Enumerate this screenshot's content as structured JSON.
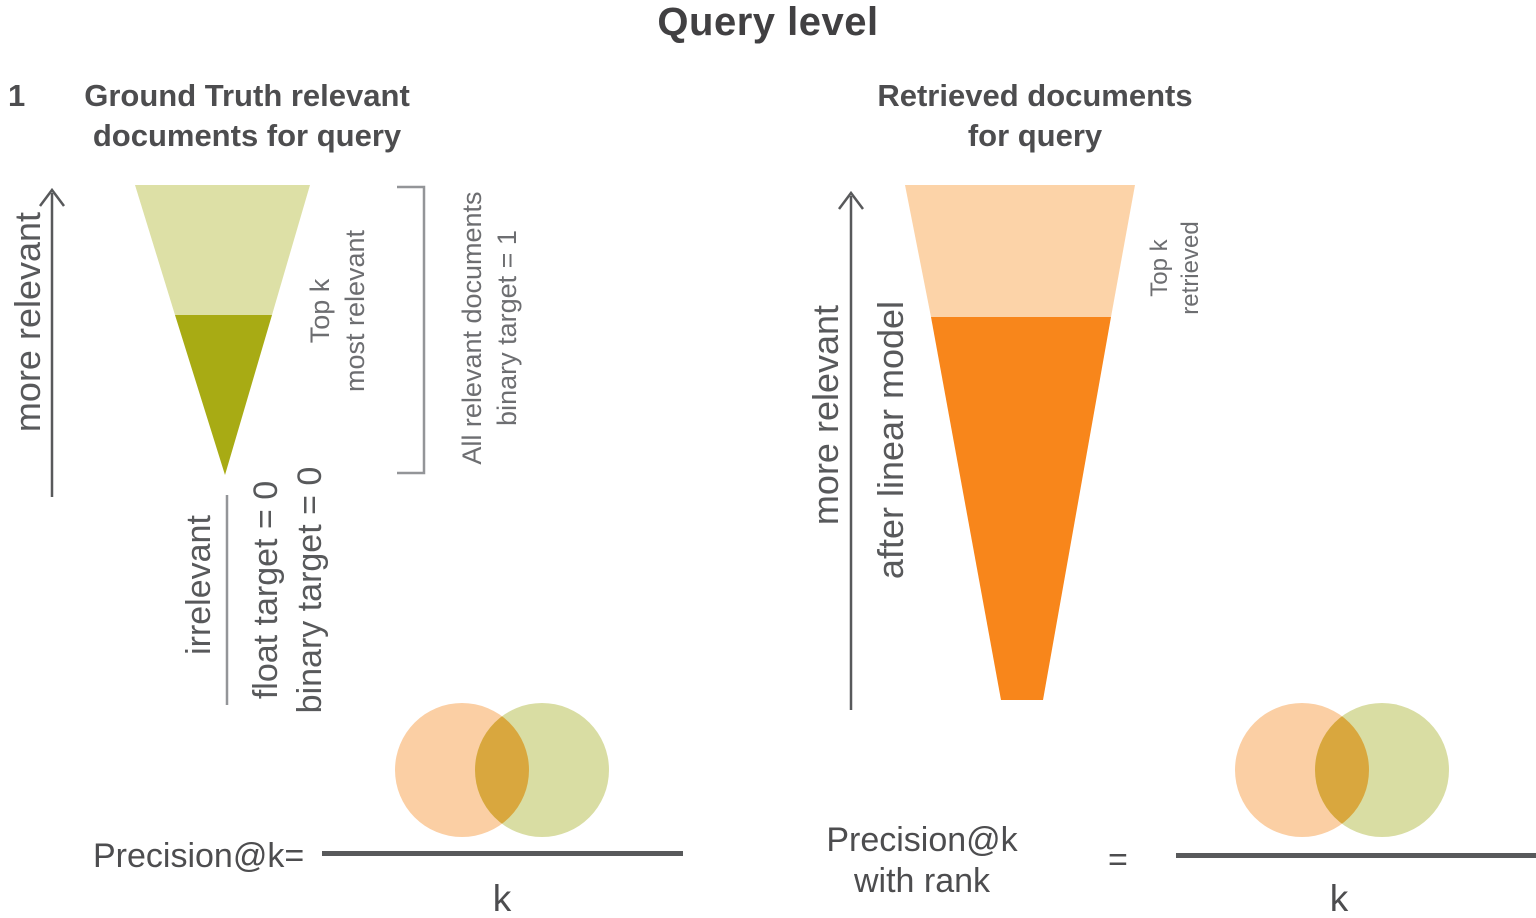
{
  "title": "Query level",
  "colors": {
    "light_green": "#dde0a6",
    "olive": "#a8ab14",
    "light_orange": "#fcd3a8",
    "orange": "#f8861b",
    "venn_peach": "#fbcfa4",
    "venn_green": "#d9dda3",
    "venn_overlap": "#d9a73e",
    "arrow_gray": "#58595b",
    "bracket_gray": "#939598",
    "bar_gray": "#58595b"
  },
  "left": {
    "index_label": "1",
    "heading": "Ground Truth relevant\ndocuments for query",
    "axis_label": "more relevant",
    "topk_label": "Top k\nmost relevant",
    "all_relevant_label": "All relevant documents\nbinary target = 1",
    "irrelevant_label": "irrelevant",
    "target_labels": "float target = 0\nbinary target = 0"
  },
  "right": {
    "heading": "Retrieved documents\nfor query",
    "axis_label": "more relevant",
    "axis_sublabel": "after linear model",
    "topk_label": "Top k\nretrieved"
  },
  "formula_left": {
    "label": "Precision@k=",
    "denominator": "k"
  },
  "formula_right": {
    "label": "Precision@k\nwith rank",
    "equals": "=",
    "denominator": "k"
  }
}
